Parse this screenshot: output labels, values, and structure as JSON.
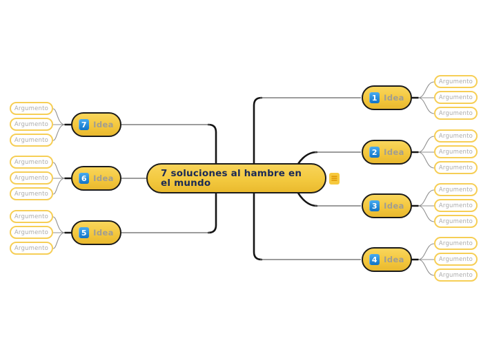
{
  "central": {
    "label": "7 soluciones al hambre en el mundo",
    "menu_glyph": "≡"
  },
  "branches": [
    {
      "number": "1",
      "label": "Idea",
      "side": "right",
      "arguments": [
        "Argumento",
        "Argumento",
        "Argumento"
      ]
    },
    {
      "number": "2",
      "label": "Idea",
      "side": "right",
      "arguments": [
        "Argumento",
        "Argumento",
        "Argumento"
      ]
    },
    {
      "number": "3",
      "label": "Idea",
      "side": "right",
      "arguments": [
        "Argumento",
        "Argumento",
        "Argumento"
      ]
    },
    {
      "number": "4",
      "label": "Idea",
      "side": "right",
      "arguments": [
        "Argumento",
        "Argumento",
        "Argumento"
      ]
    },
    {
      "number": "5",
      "label": "Idea",
      "side": "left",
      "arguments": [
        "Argumento",
        "Argumento",
        "Argumento"
      ]
    },
    {
      "number": "6",
      "label": "Idea",
      "side": "left",
      "arguments": [
        "Argumento",
        "Argumento",
        "Argumento"
      ]
    },
    {
      "number": "7",
      "label": "Idea",
      "side": "left",
      "arguments": [
        "Argumento",
        "Argumento",
        "Argumento"
      ]
    }
  ],
  "colors": {
    "node_fill_top": "#f9d65c",
    "node_fill_bottom": "#e9b92e",
    "node_border": "#1a1a1a",
    "title_text": "#1b2a55",
    "idea_label_text": "#a09d92",
    "badge_blue_top": "#47abf0",
    "badge_blue_bottom": "#1173c6",
    "argument_border": "#f6ce55",
    "argument_text": "#ababab",
    "menu_chip_bg": "#f6c93e",
    "menu_chip_glyph": "#dd9300",
    "trunk_line": "#141414",
    "thin_line": "#606060",
    "bracket_line": "#8f8f8f"
  }
}
